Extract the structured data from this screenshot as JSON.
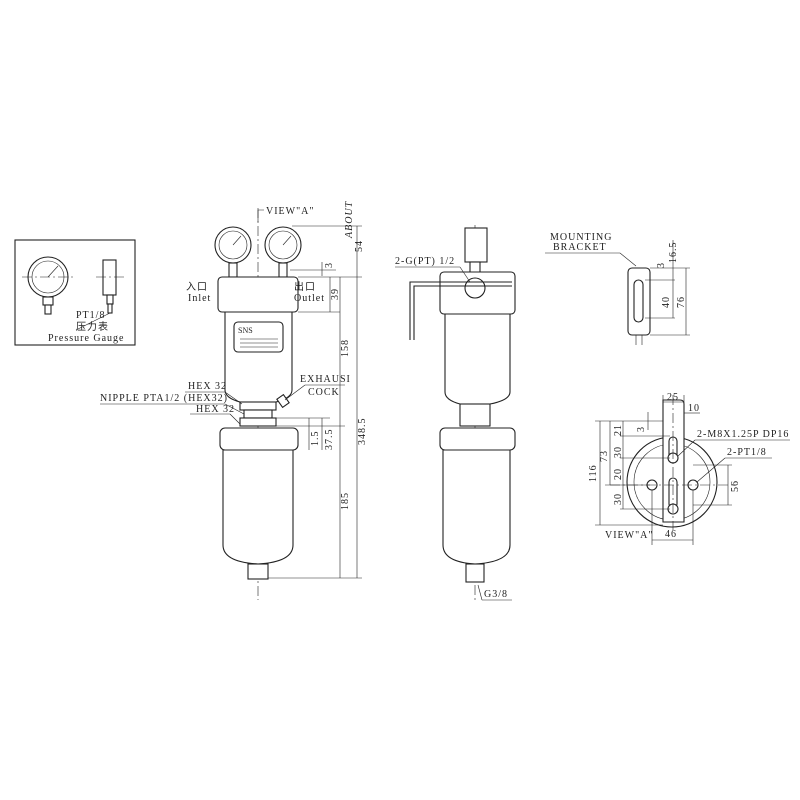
{
  "inset": {
    "pt": "PT1/8",
    "cn": "压力表",
    "label": "Pressure Gauge"
  },
  "front": {
    "view_a": "VIEW\"A\"",
    "inlet_cn": "入口",
    "inlet": "Inlet",
    "outlet_cn": "出口",
    "outlet": "Outlet",
    "brand": "SNS",
    "hex1": "HEX 32",
    "nipple": "NIPPLE PTA1/2 (HEX32)",
    "hex2": "HEX 32",
    "exhaust1": "EXHAUSI",
    "exhaust2": "COCK",
    "dims": {
      "about": "ABOUT",
      "d54": "54",
      "d3": "3",
      "d39": "39",
      "d158": "158",
      "d348": "348.5",
      "d37": "37.5",
      "d15": "1.5",
      "d185": "185"
    }
  },
  "side": {
    "port": "2-G(PT) 1/2",
    "drain": "G3/8"
  },
  "bracket": {
    "label1": "MOUNTING",
    "label2": "BRACKET",
    "d16": "16.5",
    "d3": "3",
    "d40": "40",
    "d76": "76"
  },
  "view": {
    "title": "VIEW\"A\"",
    "d25": "25",
    "d10": "10",
    "d3": "3",
    "d21": "21",
    "d30a": "30",
    "d20": "20",
    "d30b": "30",
    "d73": "73",
    "d116": "116",
    "d56": "56",
    "d46": "46",
    "m8": "2-M8X1.25P DP16",
    "pt": "2-PT1/8"
  }
}
